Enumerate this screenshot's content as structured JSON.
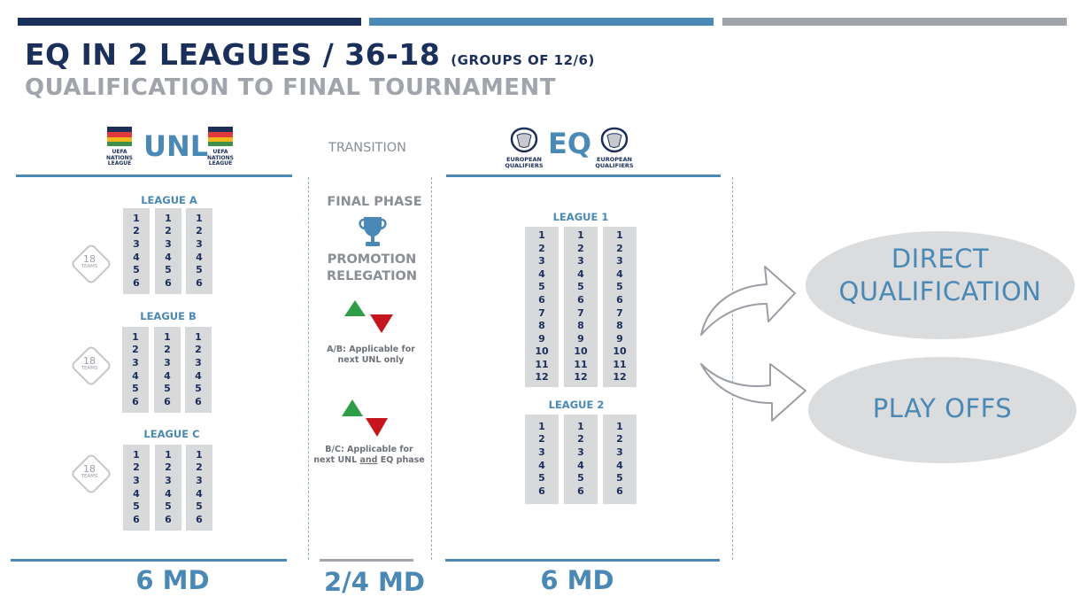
{
  "title": {
    "main": "EQ IN 2 LEAGUES / 36-18",
    "groups": "(GROUPS OF 12/6)",
    "sub": "QUALIFICATION TO FINAL TOURNAMENT"
  },
  "colors": {
    "navy": "#1b2f5b",
    "accent": "#4a88b5",
    "grey": "#a1a5ab",
    "box": "#d7d9db",
    "green": "#2e9e46",
    "red": "#c4161c"
  },
  "unl": {
    "heading": "UNL",
    "logo_lines": [
      "UEFA",
      "NATIONS",
      "LEAGUE"
    ],
    "leagues": [
      {
        "name": "LEAGUE A",
        "teams_count": "18",
        "teams_label": "TEAMS",
        "columns": [
          [
            "1",
            "2",
            "3",
            "4",
            "5",
            "6"
          ],
          [
            "1",
            "2",
            "3",
            "4",
            "5",
            "6"
          ],
          [
            "1",
            "2",
            "3",
            "4",
            "5",
            "6"
          ]
        ]
      },
      {
        "name": "LEAGUE B",
        "teams_count": "18",
        "teams_label": "TEAMS",
        "columns": [
          [
            "1",
            "2",
            "3",
            "4",
            "5",
            "6"
          ],
          [
            "1",
            "2",
            "3",
            "4",
            "5",
            "6"
          ],
          [
            "1",
            "2",
            "3",
            "4",
            "5",
            "6"
          ]
        ]
      },
      {
        "name": "LEAGUE C",
        "teams_count": "18",
        "teams_label": "TEAMS",
        "columns": [
          [
            "1",
            "2",
            "3",
            "4",
            "5",
            "6"
          ],
          [
            "1",
            "2",
            "3",
            "4",
            "5",
            "6"
          ],
          [
            "1",
            "2",
            "3",
            "4",
            "5",
            "6"
          ]
        ]
      }
    ],
    "footer": "6 MD"
  },
  "transition": {
    "heading": "TRANSITION",
    "final_phase": "FINAL PHASE",
    "promotion": "PROMOTION",
    "relegation": "RELEGATION",
    "note_ab_1": "A/B: Applicable for",
    "note_ab_2": "next UNL only",
    "note_bc_1": "B/C: Applicable for",
    "note_bc_2a": "next UNL ",
    "note_bc_and": "and",
    "note_bc_2b": " EQ phase",
    "footer": "2/4 MD"
  },
  "eq": {
    "heading": "EQ",
    "logo_lines": [
      "EUROPEAN",
      "QUALIFIERS"
    ],
    "leagues": [
      {
        "name": "LEAGUE 1",
        "columns": [
          [
            "1",
            "2",
            "3",
            "4",
            "5",
            "6",
            "7",
            "8",
            "9",
            "10",
            "11",
            "12"
          ],
          [
            "1",
            "2",
            "3",
            "4",
            "5",
            "6",
            "7",
            "8",
            "9",
            "10",
            "11",
            "12"
          ],
          [
            "1",
            "2",
            "3",
            "4",
            "5",
            "6",
            "7",
            "8",
            "9",
            "10",
            "11",
            "12"
          ]
        ]
      },
      {
        "name": "LEAGUE 2",
        "columns": [
          [
            "1",
            "2",
            "3",
            "4",
            "5",
            "6"
          ],
          [
            "1",
            "2",
            "3",
            "4",
            "5",
            "6"
          ],
          [
            "1",
            "2",
            "3",
            "4",
            "5",
            "6"
          ]
        ]
      }
    ],
    "footer": "6 MD"
  },
  "outcomes": {
    "direct_1": "DIRECT",
    "direct_2": "QUALIFICATION",
    "playoffs": "PLAY OFFS"
  }
}
